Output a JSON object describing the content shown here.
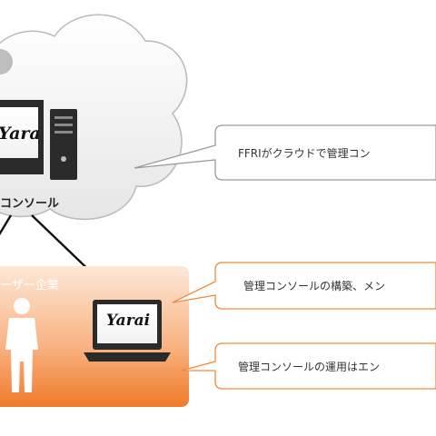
{
  "cloud": {
    "label": "コンソール",
    "logo_text": "Yarai"
  },
  "customer": {
    "label": "ーザー企業",
    "laptop_logo_text": "Yarai"
  },
  "callouts": [
    "FFRIがクラウドで管理コン",
    "管理コンソールの構築、メン",
    "管理コンソールの運用はエン"
  ],
  "colors": {
    "orange_dark": "#f07a2a",
    "orange_light": "#fde3cf",
    "cloud_fill": "#f3f3f3",
    "cloud_stroke": "#b9b9b9",
    "callout_stroke": "#f08a3c"
  }
}
